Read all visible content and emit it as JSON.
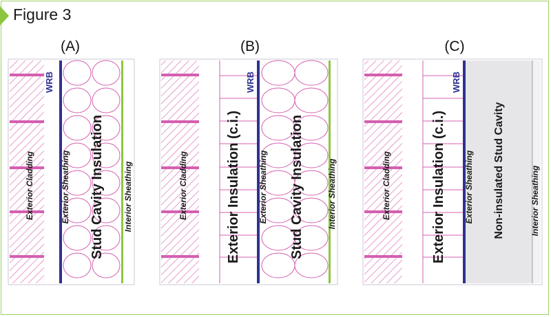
{
  "figure": {
    "title": "Figure 3"
  },
  "panels": [
    {
      "label": "(A)",
      "layers": {
        "cladding": "Exterior Cladding",
        "wrb": "WRB",
        "ext_sheathing": "Exterior Sheathing",
        "cavity": "Stud Cavity Insulation",
        "int_sheathing": "Interior Sheathing"
      }
    },
    {
      "label": "(B)",
      "layers": {
        "cladding": "Exterior Cladding",
        "ci": "Exterior Insulation (c.i.)",
        "wrb": "WRB",
        "ext_sheathing": "Exterior Sheathing",
        "cavity": "Stud Cavity Insulation",
        "int_sheathing": "Interior Sheathing"
      }
    },
    {
      "label": "(C)",
      "layers": {
        "cladding": "Exterior Cladding",
        "ci": "Exterior Insulation (c.i.)",
        "wrb": "WRB",
        "ext_sheathing": "Exterior Sheathing",
        "cavity": "Non-insulated Stud Cavity",
        "int_sheathing": "Interior Sheathing"
      }
    }
  ],
  "colors": {
    "frame": "#9bd067",
    "arrow": "#8cc63f",
    "hatch": "#d45fb0",
    "wrb": "#2e3192",
    "sheathing": "#8dc63f",
    "cavity_fill": "#e6e6e8",
    "text": "#1a1a1a"
  }
}
